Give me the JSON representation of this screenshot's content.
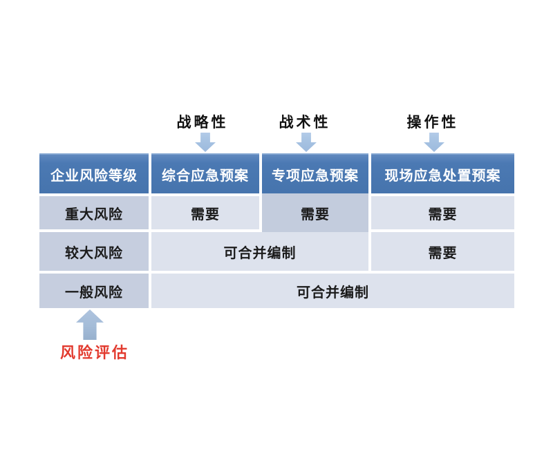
{
  "annotations": {
    "top": [
      {
        "label": "战略性"
      },
      {
        "label": "战术性"
      },
      {
        "label": "操作性"
      }
    ],
    "bottom": {
      "label": "风险评估"
    }
  },
  "table": {
    "headers": [
      "企业风险等级",
      "综合应急预案",
      "专项应急预案",
      "现场应急处置预案"
    ],
    "rows": [
      {
        "level": "重大风险",
        "cells": [
          {
            "text": "需要",
            "span": 1,
            "highlight": false
          },
          {
            "text": "需要",
            "span": 1,
            "highlight": true
          },
          {
            "text": "需要",
            "span": 1,
            "highlight": false
          }
        ]
      },
      {
        "level": "较大风险",
        "cells": [
          {
            "text": "可合并编制",
            "span": 2,
            "highlight": false
          },
          {
            "text": "需要",
            "span": 1,
            "highlight": false
          }
        ]
      },
      {
        "level": "一般风险",
        "cells": [
          {
            "text": "可合并编制",
            "span": 3,
            "highlight": false
          }
        ]
      }
    ]
  },
  "icons": {
    "down_arrows": [
      "down-arrow-icon",
      "down-arrow-icon",
      "down-arrow-icon"
    ],
    "up_arrow": "up-arrow-icon"
  },
  "colors": {
    "header_bg": "#4b79b3",
    "header_text": "#ffffff",
    "level_cell_bg": "#c6cedf",
    "value_cell_bg": "#dde2ed",
    "highlight_cell_bg": "#c3ccdd",
    "down_arrow_blue": "#a6c2e2",
    "up_arrow_blue": "#a4bcd8",
    "risk_label_red": "#e23a2e",
    "cell_text": "#1b1b1b"
  }
}
